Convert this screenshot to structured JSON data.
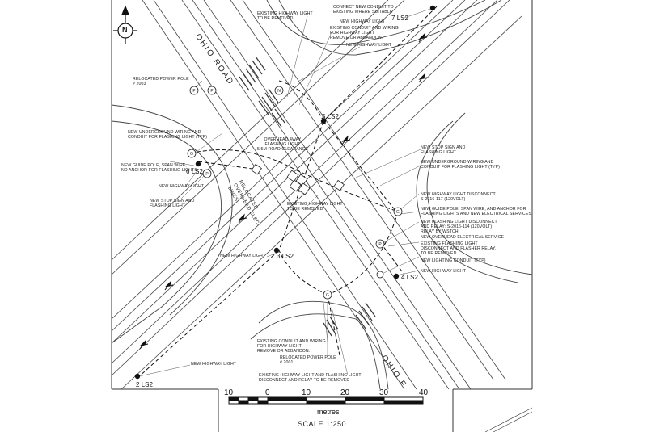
{
  "north_arrow": {
    "label": "N"
  },
  "road_names": {
    "top": "OHIO ROAD",
    "bottom": "OHIO F"
  },
  "relocated_lines_label": "RELOCATED OVERHEAD ELEC. LINES",
  "light_ids": [
    {
      "num": "7",
      "code": "LS2"
    },
    {
      "num": "5",
      "code": "LS2"
    },
    {
      "num": "6",
      "code": "LS2"
    },
    {
      "num": "3",
      "code": "LS2"
    },
    {
      "num": "4",
      "code": "LS2"
    },
    {
      "num": "2",
      "code": "LS2"
    }
  ],
  "notes": [
    "CONNECT NEW CONDUIT TO\nEXISTING WHERE SUITABLE",
    "EXISTING HIGHWAY LIGHT\nTO BE REMOVED",
    "EXISTING CONDUIT AND WIRING\nFOR HIGHWAY LIGHT\nREMOVE OR ABBANDON.",
    "NEW HIGHWAY LIGHT",
    "NEW HIGHWAY LIGHT",
    "RELOCATED POWER POLE\n# 2003",
    "NEW UNDERGROUND WIRING AND\nCONDUIT FOR FLASHING LIGHT (typ)",
    "NEW GUIDE POLE, SPAN WIRE,\nND ANCHOR FOR FLASHING LIGHTS",
    "NEW HIGHWAY LIGHT",
    "NEW STOP SIGN AND\nFLASHING LIGHT",
    "OVERHEAD 4WAY\nFLASHING LIGHT\n5.5m ROAD CLEARANCE",
    "NEW STOP SIGN AND\nFLASHING LIGHT",
    "NEW UNDERGROUND WIRING AND\nCONDUIT FOR FLASHING LIGHT (typ)",
    "EXISTING HIGHWAY LIGHT\nTO BE REMOVED",
    "NEW HIGHWAY LIGHT DISCONNECT.\nS-2016-117 (120VOLT)",
    "NEW GUIDE POLE, SPAN WIRE, AND ANCHOR FOR\nFLASHING LIGHTS AND NEW ELECTRICAL SERVICES.",
    "NEW FLASHING LIGHT DISCONNECT\nAND RELAY: S-2016-114 (120VOLT)\nRELAY BY WSTCH.",
    "NEW OVERHEAD ELECTRICAL SERVICE",
    "EXISTING FLASHING LIGHT\nDISCONNECT AND FLASHER RELAY.\nTO BE REMOVED",
    "NEW LIGHTING CONDUIT (typ)",
    "NEW HIGHWAY LIGHT",
    "NEW HIGHWAY LIGHT",
    "EXISTING CONDUIT AND WIRING\nFOR HIGHWAY LIGHT\nREMOVE OR ABBANDON.",
    "RELOCATED POWER POLE\n# 2001",
    "EXISTING HIGHWAY LIGHT AND FLASHING LIGHT\nDISCONNECT AND RELAY TO BE REMOVED",
    "NEW HIGHWAY LIGHT"
  ],
  "scale_bar": {
    "ticks": [
      "10",
      "0",
      "10",
      "20",
      "30",
      "40"
    ],
    "unit": "metres",
    "title": "SCALE 1:250"
  }
}
